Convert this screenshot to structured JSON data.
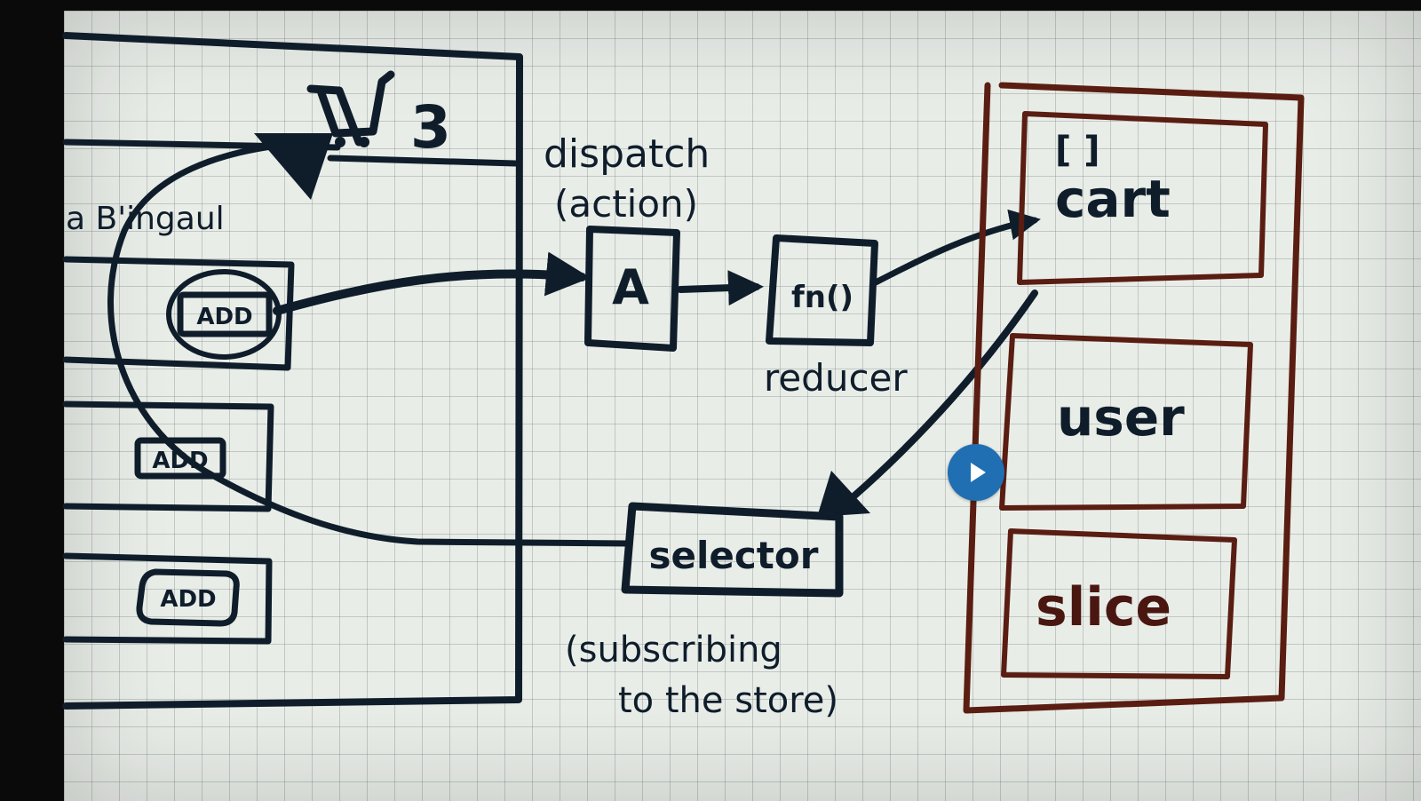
{
  "labels": {
    "cart_count": "3",
    "product_name": "a B'ingaul",
    "add_1": "ADD",
    "add_2": "ADD",
    "add_3": "ADD",
    "dispatch": "dispatch",
    "action": "(action)",
    "action_box": "A",
    "function_box": "fn()",
    "reducer": "reducer",
    "selector": "selector",
    "subscribing_line1": "(subscribing",
    "subscribing_line2": "to the store)",
    "store_array": "[ ]",
    "store_cart": "cart",
    "store_user": "user",
    "store_slice": "slice"
  },
  "icons": {
    "cart": "shopping-cart-icon",
    "play": "play-icon"
  },
  "colors": {
    "ink": "#0f1d2b",
    "store_ink": "#5a1d12",
    "paper": "#e9ede8",
    "play_button": "#1f6fb2"
  }
}
